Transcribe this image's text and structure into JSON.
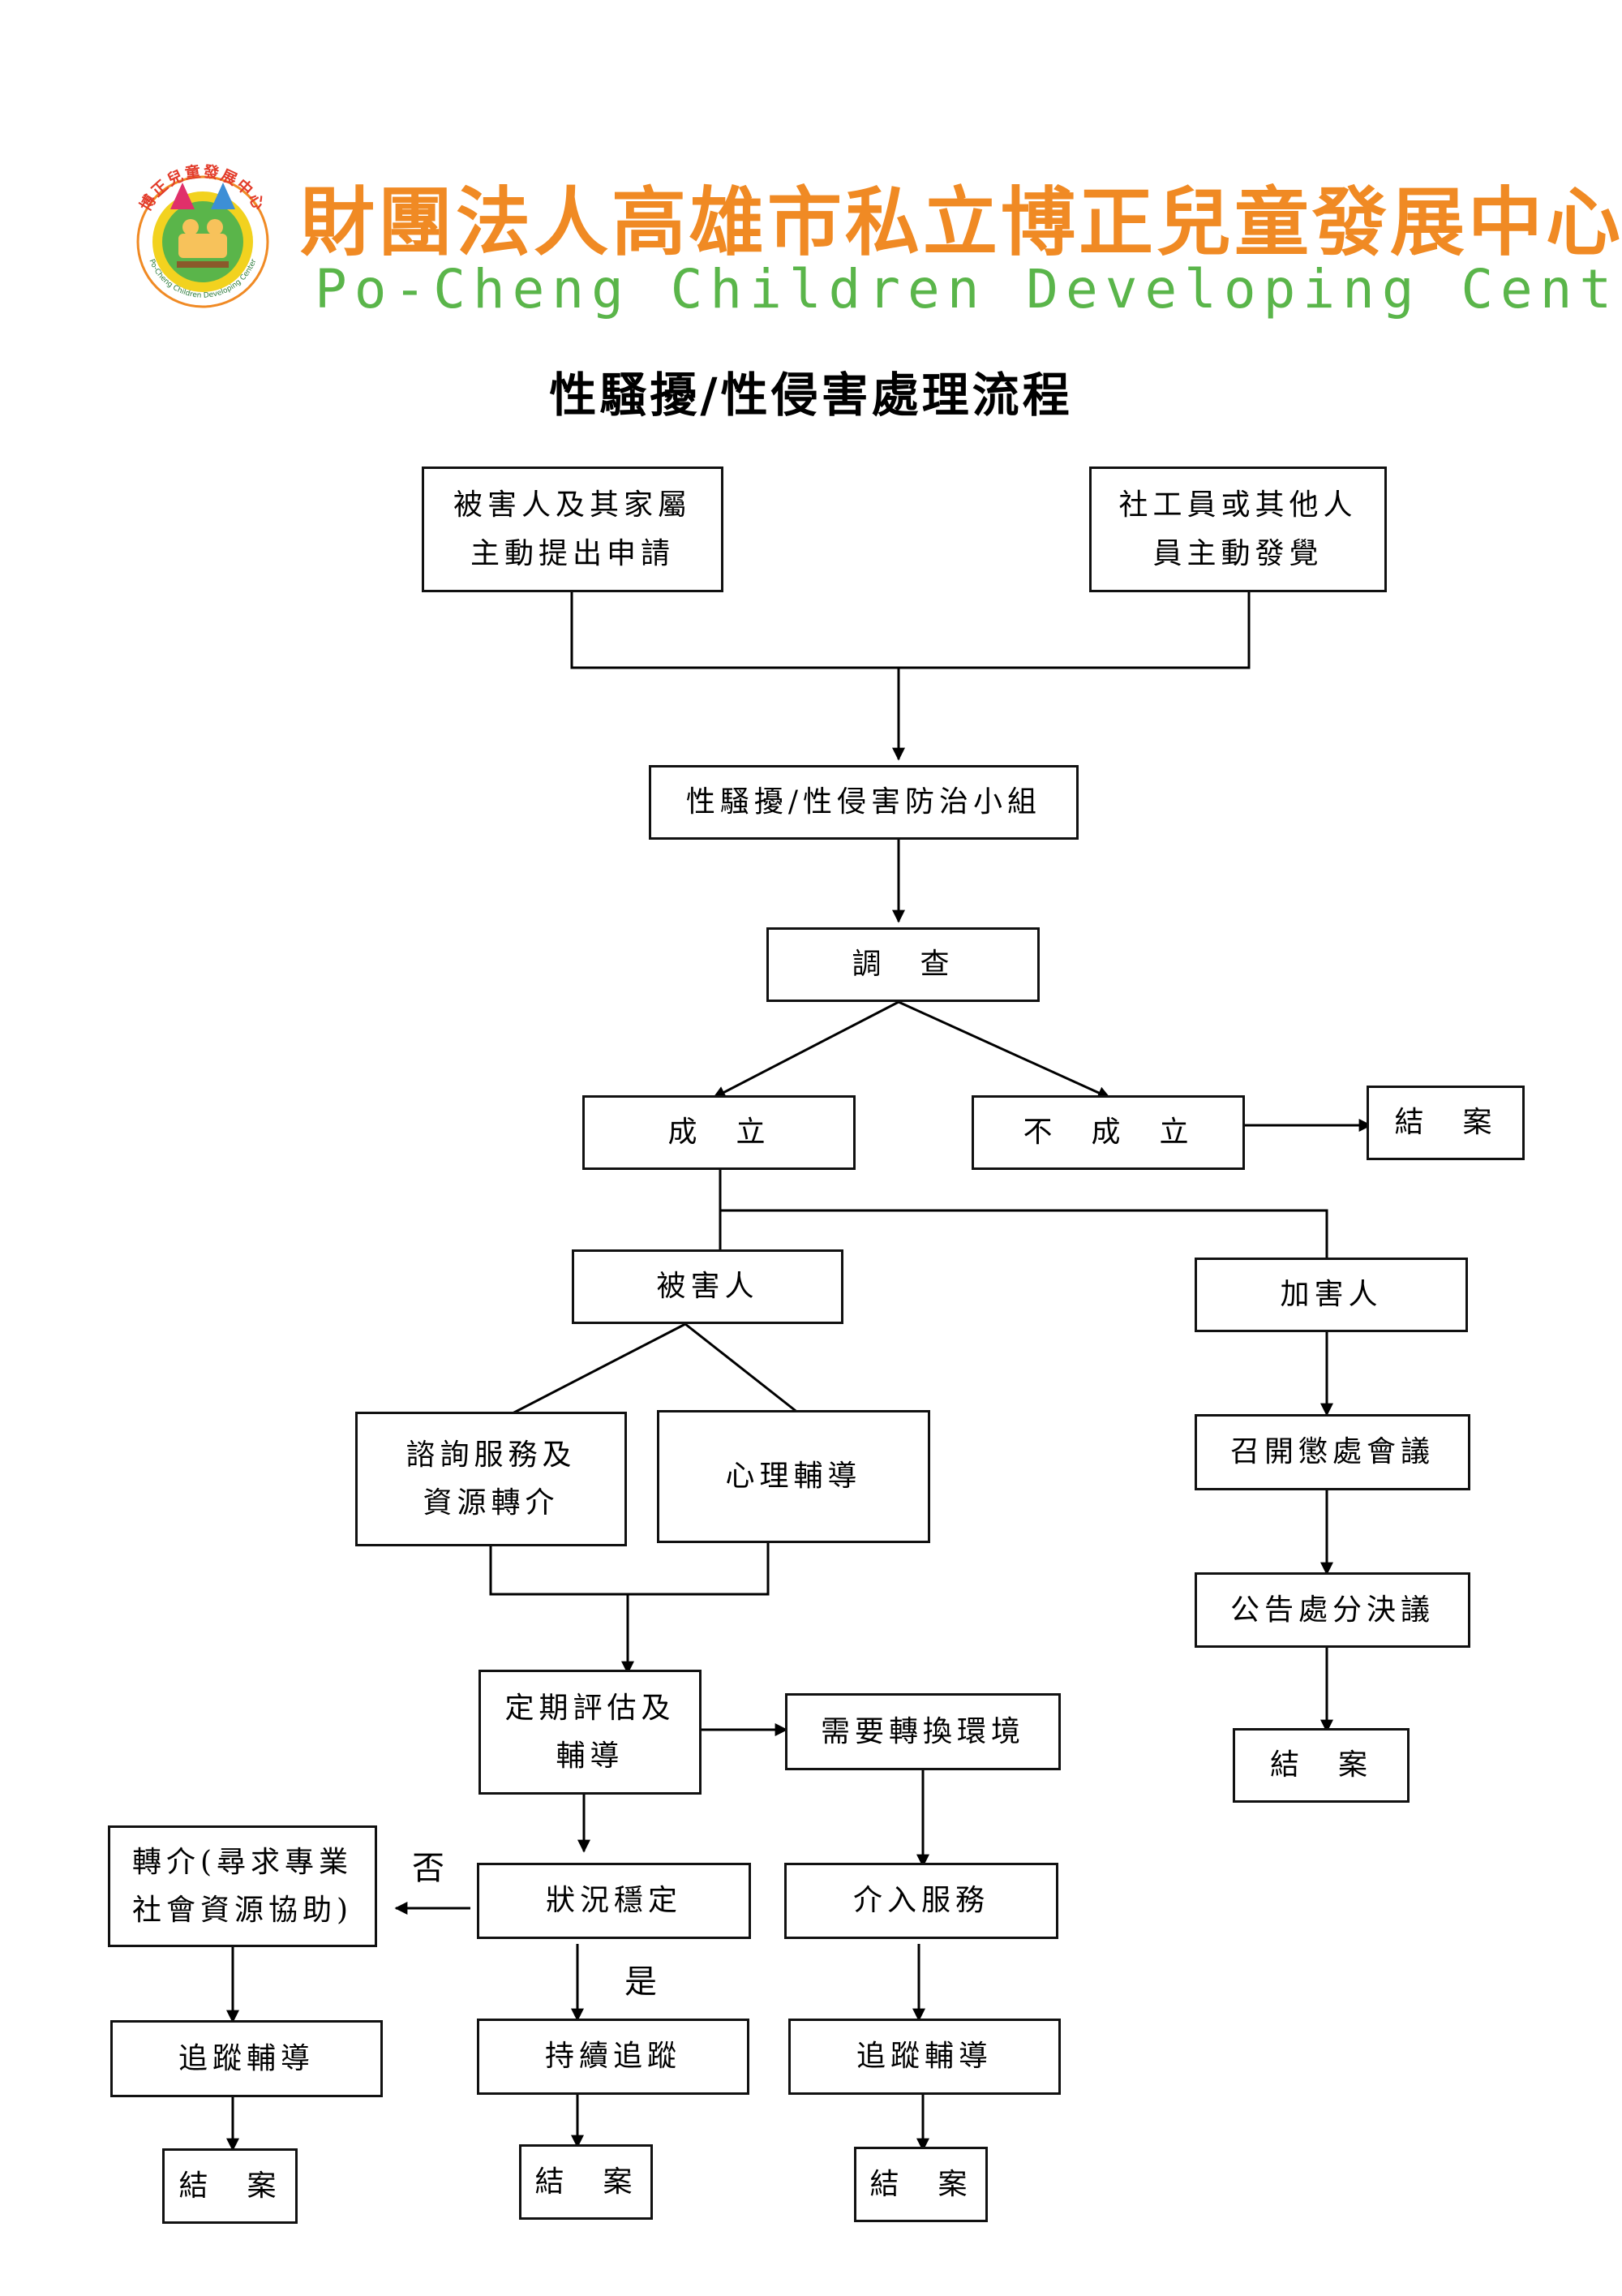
{
  "organization": {
    "name_cn": "財團法人高雄市私立博正兒童發展中心",
    "name_en": "Po-Cheng Children Developing Center",
    "logo_ring_text": "博正兒童發展中心",
    "logo_sub_text": "Po-Cheng Children Developing Center",
    "colors": {
      "orange": "#f08a24",
      "green": "#5ab54a",
      "yellow": "#f2d21f"
    }
  },
  "title": "性騷擾/性侵害處理流程",
  "nodes": {
    "victim_apply": {
      "line1": "被害人及其家屬",
      "line2": "主動提出申請"
    },
    "staff_discover": {
      "line1": "社工員或其他人",
      "line2": "員主動發覺"
    },
    "committee": {
      "line1": "性騷擾/性侵害防治小組"
    },
    "investigate": {
      "line1": "調　查"
    },
    "established": {
      "line1": "成　立"
    },
    "not_established": {
      "line1": "不　成　立"
    },
    "close_not_established": {
      "line1": "結　案"
    },
    "victim": {
      "line1": "被害人"
    },
    "perpetrator": {
      "line1": "加害人"
    },
    "consult": {
      "line1": "諮詢服務及",
      "line2": "資源轉介"
    },
    "counseling": {
      "line1": "心理輔導"
    },
    "disciplinary_meeting": {
      "line1": "召開懲處會議"
    },
    "announce_decision": {
      "line1": "公告處分決議"
    },
    "close_perpetrator": {
      "line1": "結　案"
    },
    "periodic_eval": {
      "line1": "定期評估及",
      "line2": "輔導"
    },
    "change_environment": {
      "line1": "需要轉換環境"
    },
    "referral": {
      "line1": "轉介(尋求專業",
      "line2": "社會資源協助)"
    },
    "stable": {
      "line1": "狀況穩定"
    },
    "intervention": {
      "line1": "介入服務"
    },
    "follow_up_left": {
      "line1": "追蹤輔導"
    },
    "continuous_tracking": {
      "line1": "持續追蹤"
    },
    "follow_up_right": {
      "line1": "追蹤輔導"
    },
    "close_left": {
      "line1": "結　案"
    },
    "close_middle": {
      "line1": "結　案"
    },
    "close_right": {
      "line1": "結　案"
    }
  },
  "edge_labels": {
    "no": "否",
    "yes": "是"
  }
}
